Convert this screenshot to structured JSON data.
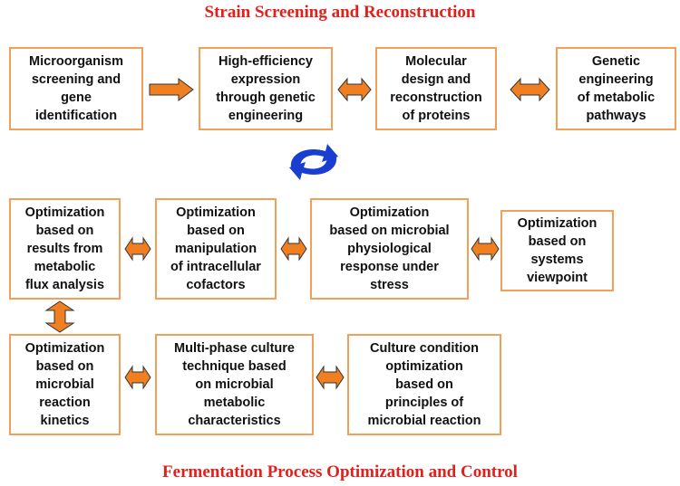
{
  "titles": {
    "top": "Strain Screening and Reconstruction",
    "bottom": "Fermentation Process Optimization and Control"
  },
  "boxes": {
    "b1": "Microorganism\nscreening and\ngene\nidentification",
    "b2": "High-efficiency\nexpression\nthrough genetic\nengineering",
    "b3": "Molecular\ndesign and\nreconstruction\nof proteins",
    "b4": "Genetic\nengineering\nof metabolic\npathways",
    "b5": "Optimization\nbased on\nresults from\nmetabolic\nflux analysis",
    "b6": "Optimization\nbased on\nmanipulation\nof intracellular\ncofactors",
    "b7": "Optimization\nbased on microbial\nphysiological\nresponse under\nstress",
    "b8": "Optimization\nbased on\nsystems\nviewpoint",
    "b9": "Optimization\nbased on\nmicrobial\nreaction\nkinetics",
    "b10": "Multi-phase culture\ntechnique based\non  microbial\nmetabolic\ncharacteristics",
    "b11": "Culture condition\noptimization\nbased on\nprinciples of\nmicrobial reaction"
  },
  "colors": {
    "title": "#e0201b",
    "box_border": "#f0a058",
    "arrow_fill": "#f07f21",
    "arrow_stroke": "#333333",
    "cycle_icon": "#1a3fd0"
  }
}
